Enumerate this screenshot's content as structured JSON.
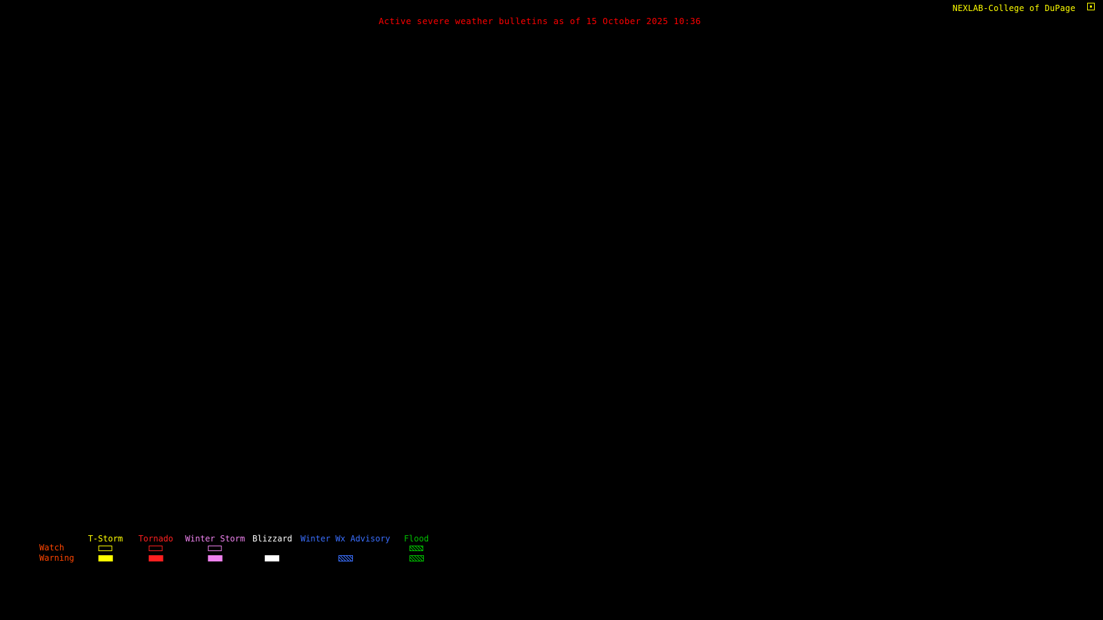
{
  "header": {
    "brand": "NEXLAB-College of DuPage",
    "title": "Active severe weather bulletins as of 15 October 2025 10:36"
  },
  "colors": {
    "background": "#000000",
    "title_text": "#ff0000",
    "brand_text": "#ffff00",
    "row_label_text": "#ff4500"
  },
  "legend": {
    "watch_label": "Watch",
    "warning_label": "Warning",
    "items": [
      {
        "label": "T-Storm",
        "color": "#ffff00",
        "watch": "outline",
        "warning": "filled"
      },
      {
        "label": "Tornado",
        "color": "#ff2020",
        "watch": "outline",
        "warning": "filled"
      },
      {
        "label": "Winter Storm",
        "color": "#ee82ee",
        "watch": "outline",
        "warning": "filled"
      },
      {
        "label": "Blizzard",
        "color": "#ffffff",
        "watch": "none",
        "warning": "filled"
      },
      {
        "label": "Winter Wx Advisory",
        "color": "#3a6fff",
        "watch": "none",
        "warning": "hatched"
      },
      {
        "label": "Flood",
        "color": "#00c000",
        "watch": "hatched",
        "warning": "hatched"
      }
    ]
  }
}
